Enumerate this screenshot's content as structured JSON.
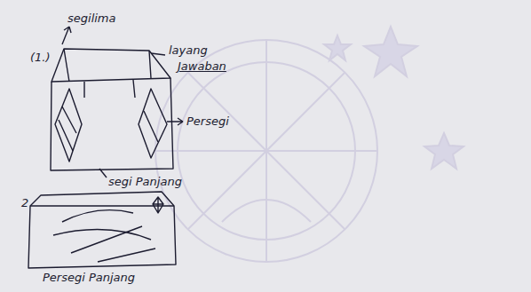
{
  "diagram": {
    "labels": [
      "(1.)",
      "segilima",
      "layang",
      "Jawaban",
      "Persegi",
      "segi Panjang",
      "2",
      "Persegi Panjang"
    ]
  }
}
